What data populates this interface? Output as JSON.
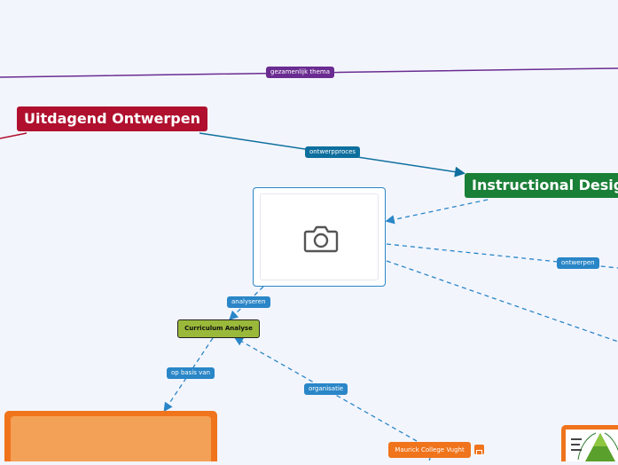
{
  "colors": {
    "background": "#f3f5fd",
    "purple": "#6a2c91",
    "crimson": "#b0102e",
    "teal": "#0e6f9e",
    "green": "#1a7f37",
    "blue": "#2a86c7",
    "olive": "#9ab93a",
    "orange": "#f0741c"
  },
  "nodes": {
    "uitdagend": "Uitdagend Ontwerpen",
    "instructional": "Instructional Design",
    "curriculum": "Curriculum Analyse",
    "maurick": "Maurick College Vught"
  },
  "edge_labels": {
    "gezamenlijk": "gezamenlijk thema",
    "ontwerpproces": "ontwerpproces",
    "ontwerpen": "ontwerpen",
    "analyseren": "analyseren",
    "op_basis_van": "op basis van",
    "organisatie": "organisatie"
  },
  "icons": {
    "image_placeholder": "camera-icon",
    "maurick_badge": "note-icon"
  }
}
